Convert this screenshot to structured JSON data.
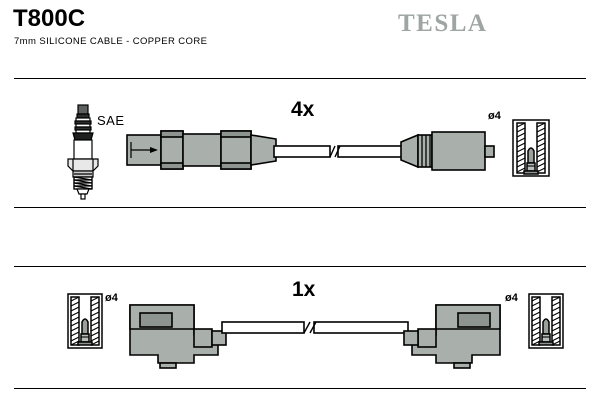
{
  "header": {
    "part_number": "T800C",
    "description": "7mm SILICONE CABLE - COPPER CORE",
    "brand": "TESLA"
  },
  "diagram": {
    "top_assembly": {
      "quantity_label": "4x",
      "plug_standard_label": "SAE",
      "terminal_dim_label": "ø4"
    },
    "bottom_assembly": {
      "quantity_label": "1x",
      "left_terminal_dim_label": "ø4",
      "right_terminal_dim_label": "ø4"
    }
  },
  "colors": {
    "outline": "#000000",
    "boot_fill": "#a9b0ab",
    "boot_fill_dark": "#8e948f",
    "cable_fill": "#ffffff",
    "brand_gray": "#9ea5a2"
  }
}
